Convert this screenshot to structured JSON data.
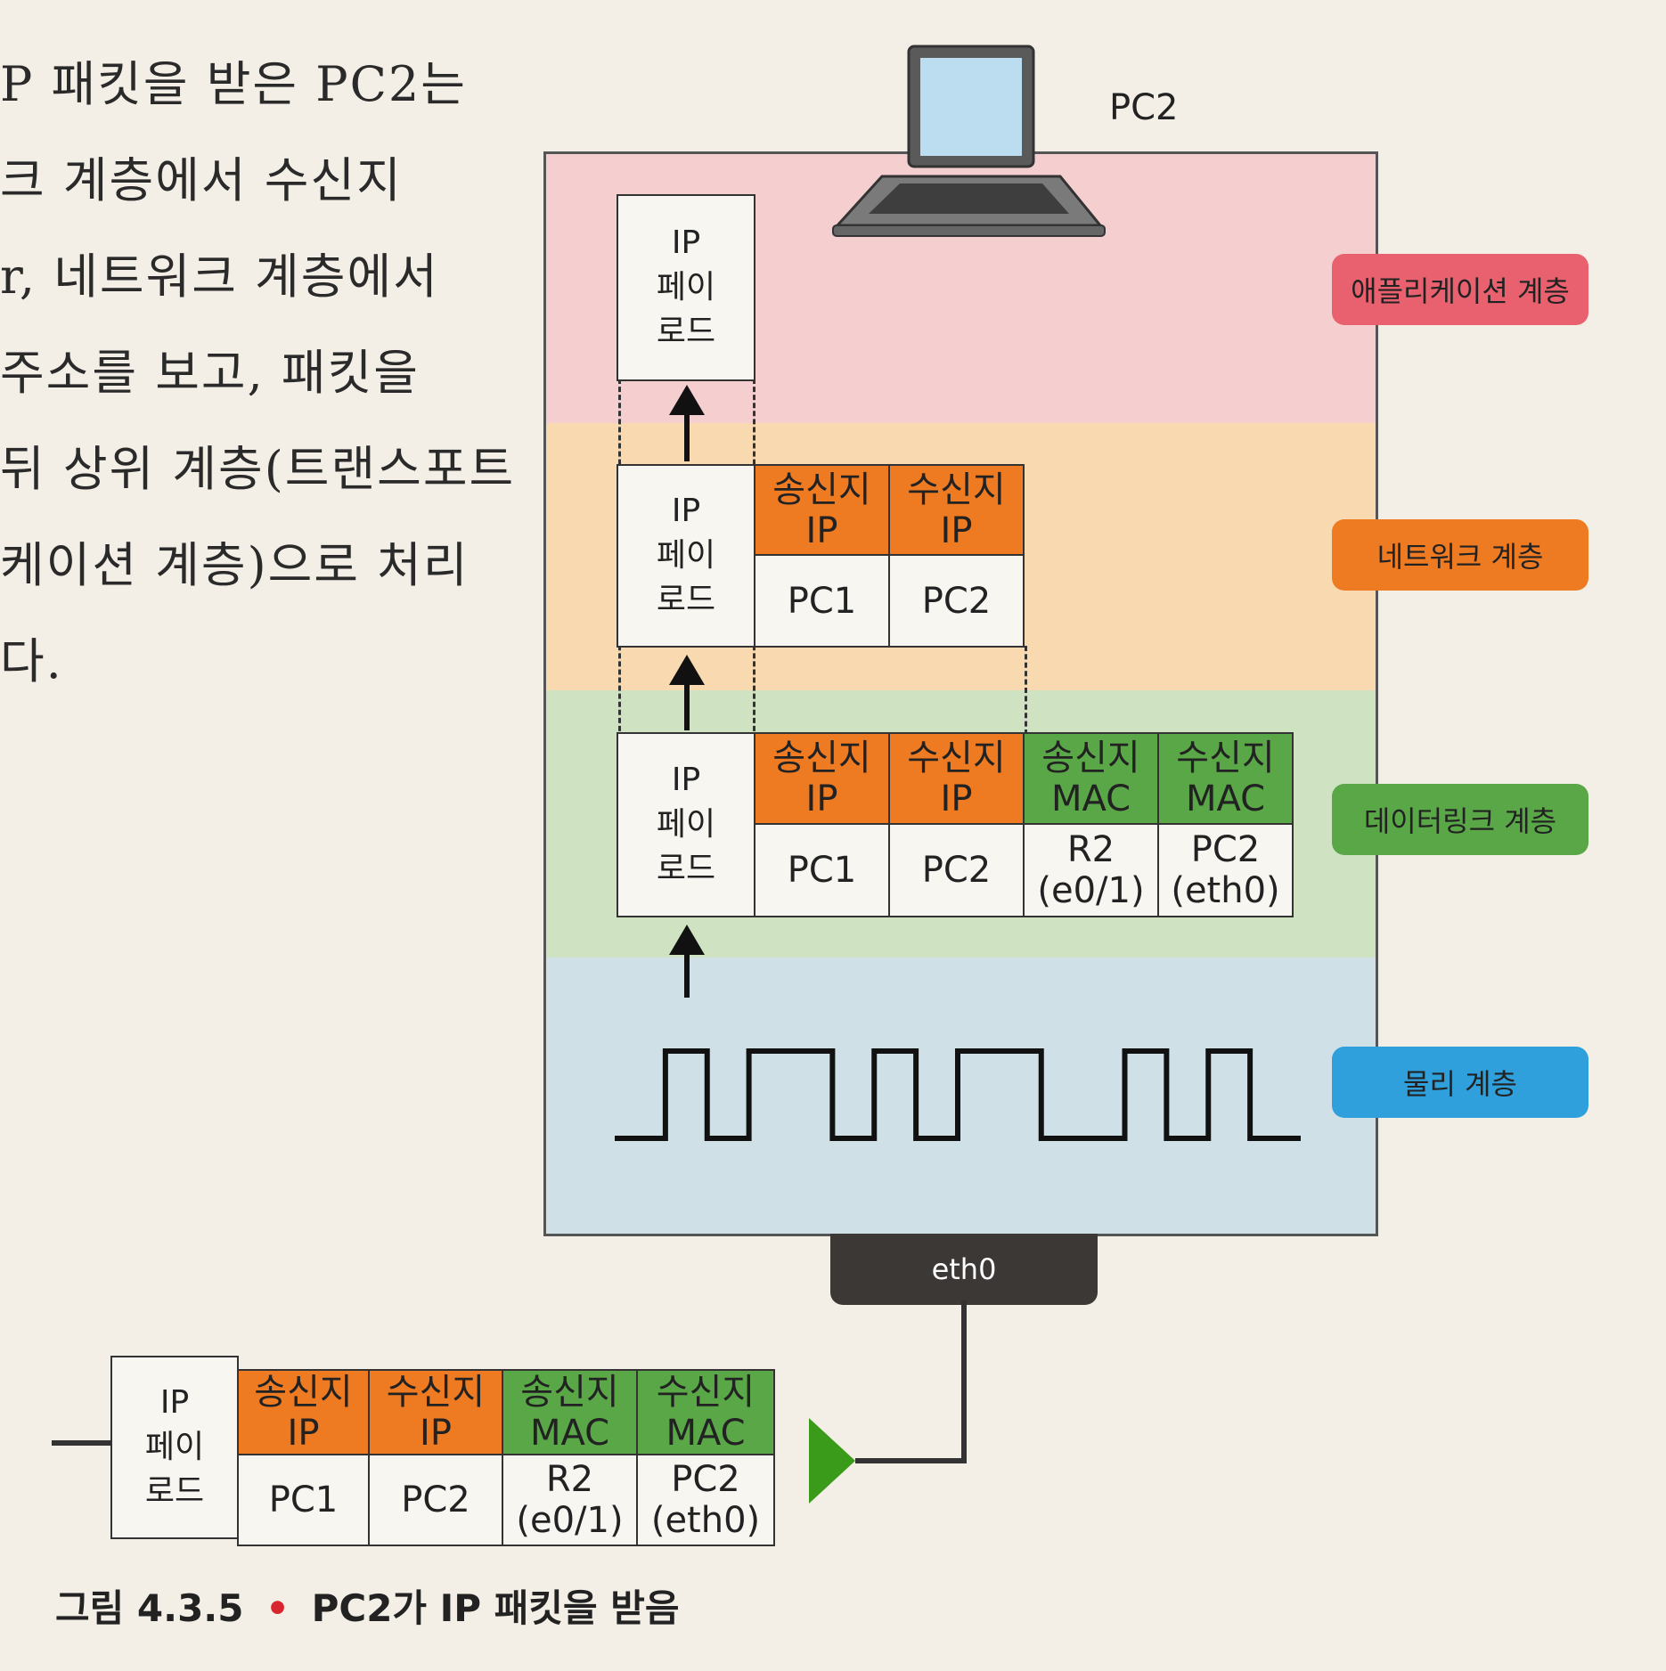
{
  "body_text": {
    "lines": [
      "P 패킷을 받은 PC2는",
      "크 계층에서 수신지",
      "r, 네트워크 계층에서",
      " 주소를 보고, 패킷을",
      "뒤 상위 계층(트랜스포트",
      "케이션 계층)으로 처리",
      "다."
    ]
  },
  "diagram": {
    "host_label": "PC2",
    "interface_label": "eth0",
    "layers": {
      "application": {
        "label": "애플리케이션 계층",
        "color": "#e9606e",
        "bg": "#f5cfcf"
      },
      "network": {
        "label": "네트워크 계층",
        "color": "#ee7a22",
        "bg": "#f8d9b0"
      },
      "datalink": {
        "label": "데이터링크 계층",
        "color": "#5aa748",
        "bg": "#cfe2c2"
      },
      "physical": {
        "label": "물리 계층",
        "color": "#2fa0dc",
        "bg": "#cfe0e6"
      }
    },
    "payload": "IP\n페이\n로드",
    "headers": {
      "src_ip": "송신지\nIP",
      "dst_ip": "수신지\nIP",
      "src_mac": "송신지\nMAC",
      "dst_mac": "수신지\nMAC"
    },
    "values": {
      "src_ip": "PC1",
      "dst_ip": "PC2",
      "src_mac": "R2\n(e0/1)",
      "dst_mac": "PC2\n(eth0)"
    },
    "signal_bits": [
      0,
      1,
      0,
      1,
      1,
      0,
      1,
      0,
      1,
      1,
      0,
      0,
      1,
      0,
      1,
      0
    ]
  },
  "caption": {
    "number": "그림 4.3.5",
    "bullet": "•",
    "text": "PC2가 IP 패킷을 받음"
  }
}
